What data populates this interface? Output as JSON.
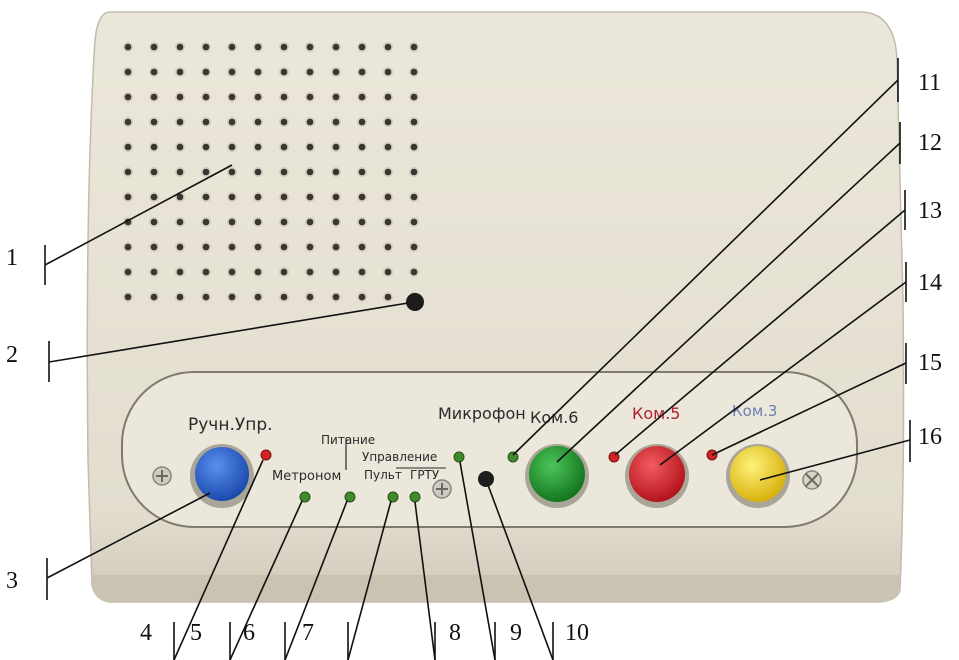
{
  "device": {
    "colors": {
      "body": "#e6e1d3",
      "panel": "#ece8dc",
      "outline": "#8d8878",
      "hole": "#3a3632",
      "button_blue": "#1f5fd0",
      "button_green": "#1f9a2a",
      "button_red": "#d8222a",
      "button_yellow": "#f1d214",
      "led_red": "#d42020",
      "led_green": "#3f8a2a"
    },
    "labels": {
      "manual": "Ручн.Упр.",
      "power": "Питание",
      "metronome": "Метроном",
      "control": "Управление",
      "remote": "Пульт",
      "grtu": "ГРТУ",
      "microphone": "Микрофон",
      "com6": "Ком.6",
      "com5": "Ком.5",
      "com3": "Ком.3"
    }
  },
  "callouts": [
    "1",
    "2",
    "3",
    "4",
    "5",
    "6",
    "7",
    "8",
    "9",
    "10",
    "11",
    "12",
    "13",
    "14",
    "15",
    "16"
  ]
}
